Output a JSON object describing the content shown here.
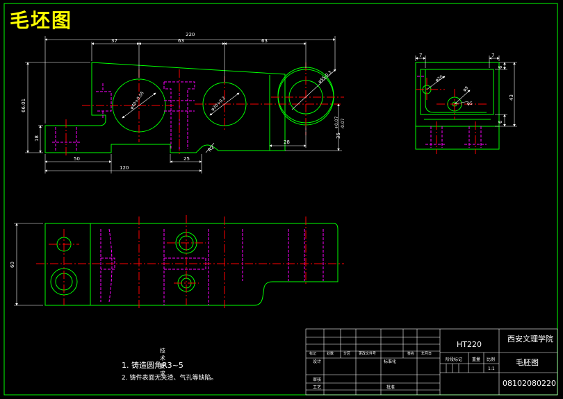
{
  "title": "毛坯图",
  "dims": {
    "d220": "220",
    "d37": "37",
    "d63a": "63",
    "d63b": "63",
    "d6601": "66.01",
    "d18": "18",
    "d50": "50",
    "d120": "120",
    "d25": "25",
    "d28": "28",
    "r2": "R2",
    "d35": "35",
    "tol_up": "+0.07",
    "tol_dn": "-0.07",
    "phi1": "φ40+0.05",
    "phi2": "φ30+0.2",
    "phi3": "φ55-0.3",
    "s7a": "7",
    "s7b": "7",
    "s6a": "6",
    "s43": "43",
    "s6b": "6",
    "s_phi20": "φ20",
    "s_phi8": "φ8",
    "s_phi5": "φ5",
    "d60": "60"
  },
  "notes": {
    "heading": "技术要求",
    "n1": "1.  铸造圆角R3~5",
    "n2": "2.  铸件表面无夹渣、气孔等缺陷。"
  },
  "tb": {
    "material": "HT220",
    "school": "西安文理学院",
    "drawing_name": "毛胚图",
    "code": "08102080220",
    "ratio": "1:1",
    "h_mark": "标记",
    "h_qty": "处数",
    "h_zone": "分区",
    "h_doc": "更改文件号",
    "h_sig": "签名",
    "h_date": "年月日",
    "r_design": "设计",
    "r_std": "标准化",
    "r_review": "审核",
    "r_process": "工艺",
    "r_approve": "批准",
    "c_stage": "阶段标记",
    "c_weight": "重量",
    "c_scale": "比例"
  }
}
